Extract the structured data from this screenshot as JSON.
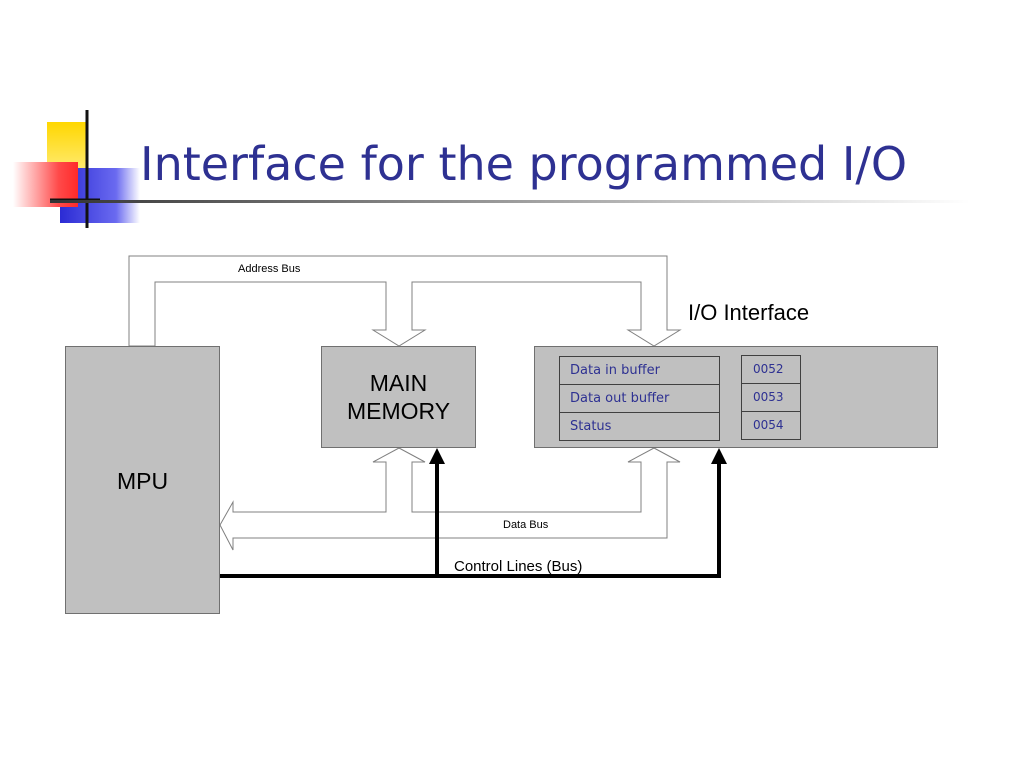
{
  "title": "Interface for the programmed I/O",
  "diagram": {
    "mpu_label": "MPU",
    "memory_label_line1": "MAIN",
    "memory_label_line2": "MEMORY",
    "io_interface_label": "I/O Interface",
    "registers": [
      {
        "name": "Data in buffer",
        "address": "0052"
      },
      {
        "name": "Data out buffer",
        "address": "0053"
      },
      {
        "name": "Status",
        "address": "0054"
      }
    ],
    "address_bus_label": "Address Bus",
    "data_bus_label": "Data Bus",
    "control_bus_label": "Control Lines (Bus)"
  },
  "colors": {
    "title": "#2e3192",
    "box_fill": "#c0c0c0",
    "register_text": "#2e3192",
    "logo_yellow": "#ffd700",
    "logo_red": "#ff3b3b",
    "logo_blue": "#2b2bd4"
  }
}
